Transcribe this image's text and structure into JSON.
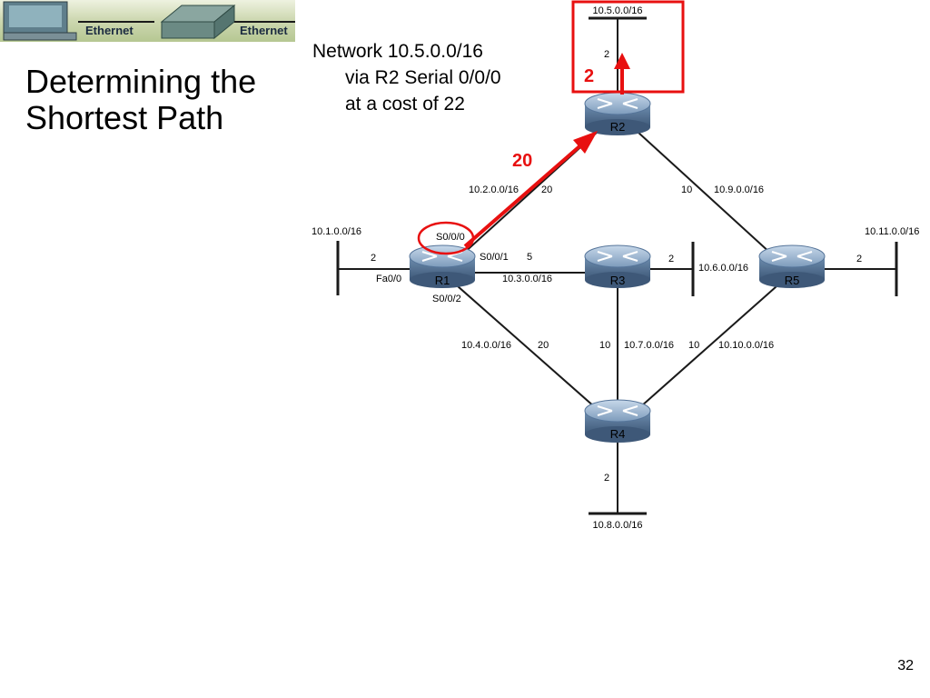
{
  "banner": {
    "label_1": "Ethernet",
    "label_2": "Ethernet"
  },
  "title": {
    "line_1": "Determining the",
    "line_2": "Shortest Path"
  },
  "note": {
    "line_1": "Network 10.5.0.0/16",
    "line_2": "via R2 Serial 0/0/0",
    "line_3": "at a cost of 22"
  },
  "routers": {
    "r1": "R1",
    "r2": "R2",
    "r3": "R3",
    "r4": "R4",
    "r5": "R5"
  },
  "networks": {
    "n1": "10.1.0.0/16",
    "n2": "10.2.0.0/16",
    "n3": "10.3.0.0/16",
    "n4": "10.4.0.0/16",
    "n5": "10.5.0.0/16",
    "n6": "10.6.0.0/16",
    "n7": "10.7.0.0/16",
    "n8": "10.8.0.0/16",
    "n9": "10.9.0.0/16",
    "n10": "10.10.0.0/16",
    "n11": "10.11.0.0/16"
  },
  "costs": {
    "r1_lan": "2",
    "r1_r2": "20",
    "r1_r3": "5",
    "r1_r4": "20",
    "r2_lan": "2",
    "r2_r5": "10",
    "r3_lan": "2",
    "r3_r4": "10",
    "r4_r5": "10",
    "r4_lan": "2",
    "r5_lan": "2"
  },
  "interfaces": {
    "fa0_0": "Fa0/0",
    "s0_0_0": "S0/0/0",
    "s0_0_1": "S0/0/1",
    "s0_0_2": "S0/0/2"
  },
  "highlight": {
    "path_cost_1": "20",
    "path_cost_2": "2",
    "color": "#e81010"
  },
  "page_number": "32"
}
